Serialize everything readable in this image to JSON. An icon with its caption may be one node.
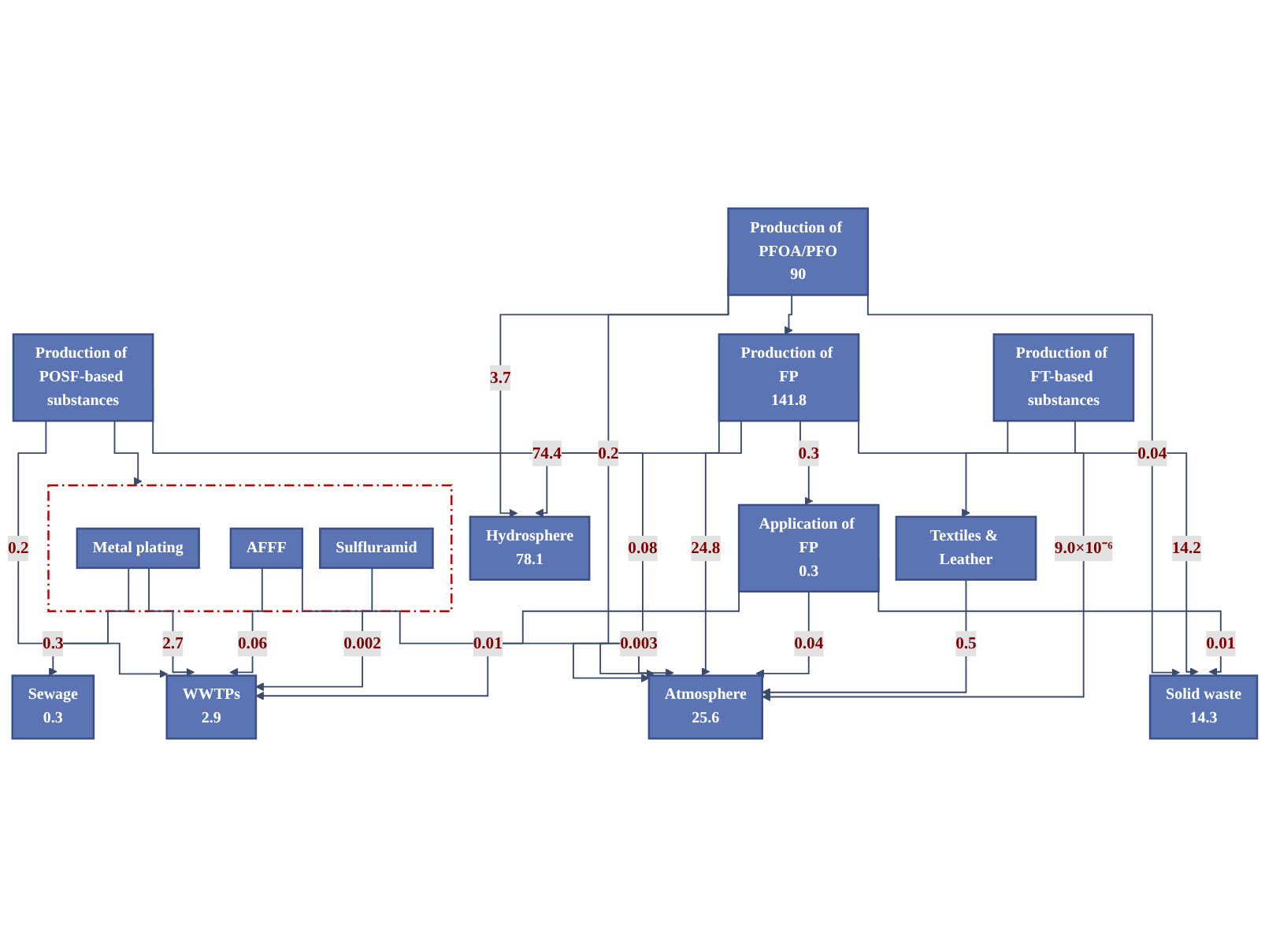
{
  "diagram": {
    "nodes": [
      {
        "text": [
          "Production of PFOA/PFO",
          "90"
        ]
      },
      {
        "text": [
          "Production of FP",
          "141.8"
        ]
      },
      {
        "text": [
          "Application of FP",
          "0.3"
        ]
      },
      {
        "text": [
          "Production of POSF-based substances"
        ]
      },
      {
        "text": [
          "Production of FT-based substances"
        ]
      },
      {
        "text": [],
        "shape": "box"
      },
      {
        "text": [
          "Metal plating"
        ],
        "in": 5
      },
      {
        "text": [
          "AFFF"
        ],
        "in": 5
      },
      {
        "text": [
          "Sulfluramid"
        ],
        "in": 5
      },
      {
        "text": [
          "Textiles & Leather"
        ]
      },
      {
        "text": [
          "Sewage",
          "0.3"
        ]
      },
      {
        "text": [
          "Hydrosphere",
          "78.1"
        ]
      },
      {
        "text": [
          "WWTPs",
          "2.9"
        ]
      },
      {
        "text": [
          "Solid waste",
          "14.3"
        ]
      },
      {
        "text": [
          "Atmosphere",
          "25.6"
        ]
      }
    ],
    "edges": [
      {
        "from": 0,
        "to": 1,
        "arrow": "to"
      },
      {
        "from": 1,
        "to": 2,
        "arrow": "to",
        "label": "0.3"
      },
      {
        "from": 0,
        "to": 11,
        "arrow": "to",
        "label": "3.7"
      },
      {
        "from": 1,
        "to": 11,
        "arrow": "to",
        "label": "74.4"
      },
      {
        "from": 0,
        "to": 13,
        "arrow": "to",
        "label": "0.04"
      },
      {
        "from": 0,
        "to": 14,
        "arrow": "to",
        "label": "0.2"
      },
      {
        "from": 3,
        "to": 5,
        "arrow": "to"
      },
      {
        "from": 3,
        "to": 12,
        "arrow": "to",
        "label": "0.2"
      },
      {
        "from": 3,
        "to": 14,
        "arrow": "to",
        "label": "0.08"
      },
      {
        "from": 6,
        "to": 10,
        "arrow": "to",
        "label": "0.3"
      },
      {
        "from": 6,
        "to": 12,
        "arrow": "to",
        "label": "2.7"
      },
      {
        "from": 7,
        "to": 12,
        "arrow": "to",
        "label": "0.06"
      },
      {
        "from": 7,
        "to": 14,
        "arrow": "to",
        "label": "0.003"
      },
      {
        "from": 8,
        "to": 12,
        "arrow": "to",
        "label": "0.002"
      },
      {
        "from": 1,
        "to": 13,
        "arrow": "to",
        "label": "14.2"
      },
      {
        "from": 1,
        "to": 14,
        "arrow": "to",
        "label": "24.8"
      },
      {
        "from": 2,
        "to": 12,
        "arrow": "to",
        "label": "0.01"
      },
      {
        "from": 2,
        "to": 13,
        "arrow": "to",
        "label": "0.01"
      },
      {
        "from": 2,
        "to": 14,
        "arrow": "to",
        "label": "0.04"
      },
      {
        "from": 4,
        "to": 9,
        "arrow": "to"
      },
      {
        "from": 9,
        "to": 14,
        "arrow": "to",
        "label": "0.5"
      },
      {
        "from": 4,
        "to": 14,
        "arrow": "to",
        "label": "9.0×10⁻⁶"
      }
    ]
  }
}
